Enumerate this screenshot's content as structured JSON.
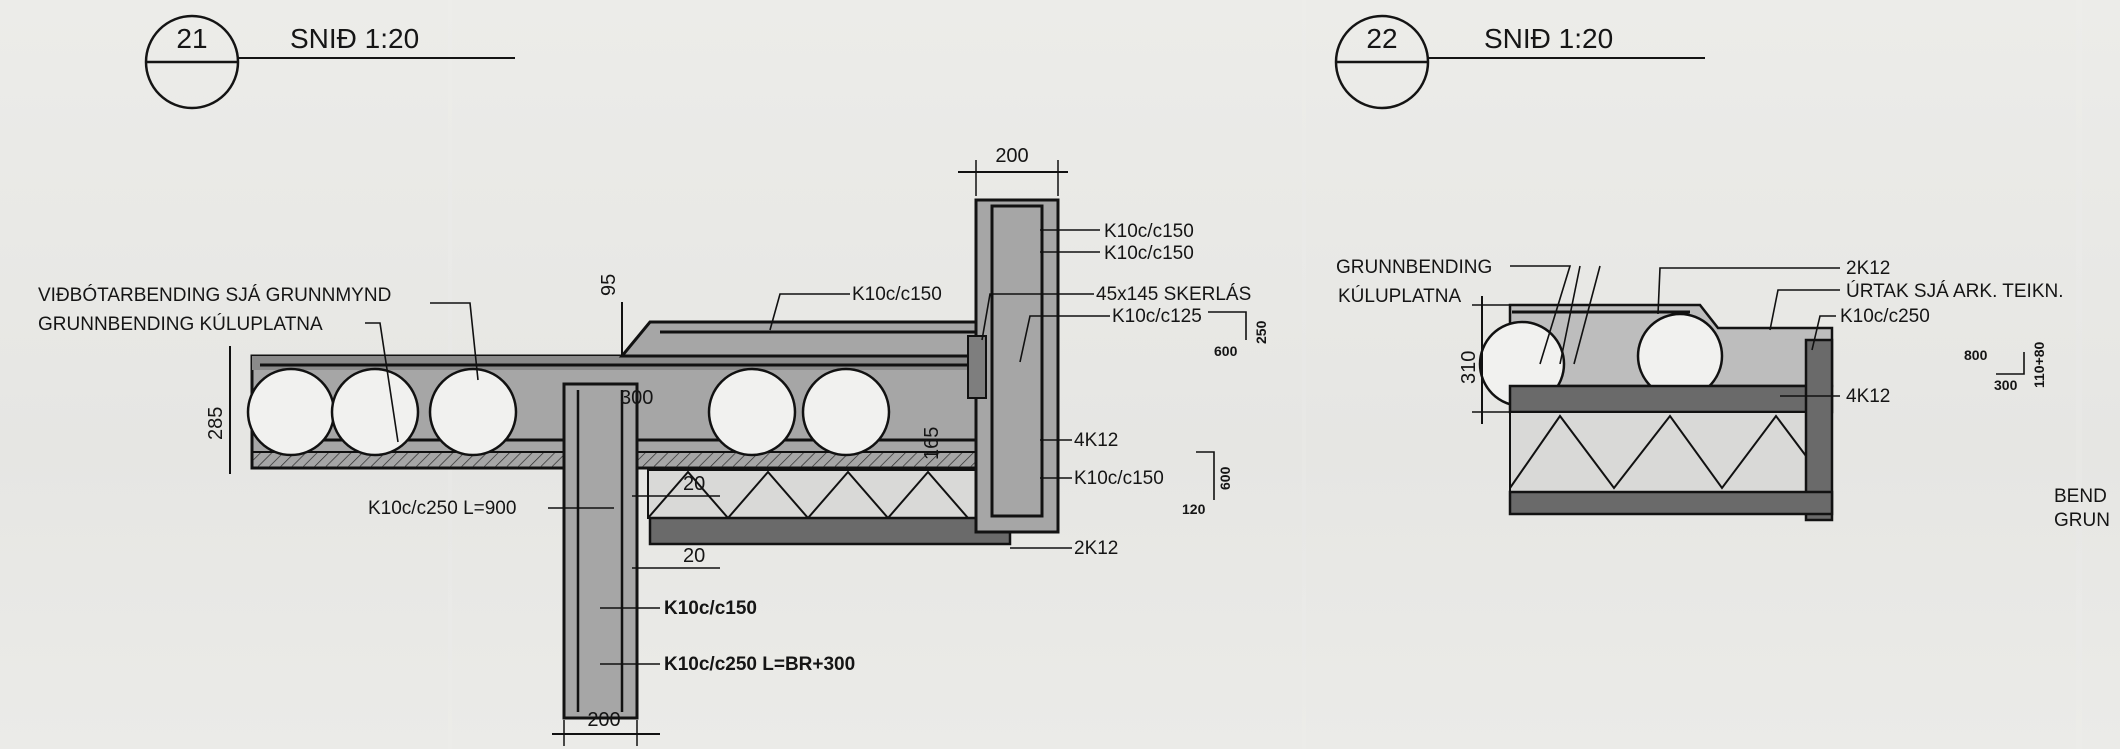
{
  "sections": [
    {
      "number": "21",
      "title": "SNIÐ  1:20"
    },
    {
      "number": "22",
      "title": "SNIÐ  1:20"
    }
  ],
  "detail21": {
    "dim_top": "200",
    "dim_95": "95",
    "dim_285": "285",
    "dim_300": "300",
    "dim_165": "165",
    "dim_20a": "20",
    "dim_20b": "20",
    "dim_bottom": "200",
    "label_vidbotar": "VIÐBÓTARBENDING SJÁ GRUNNMYND",
    "label_grunnbending": "GRUNNBENDING KÚLUPLATNA",
    "label_k10_150_top": "K10c/c150",
    "label_k10_150_a": "K10c/c150",
    "label_k10_150_b": "K10c/c150",
    "label_skerlas": "45x145 SKERLÁS",
    "label_k10_125": "K10c/c125",
    "label_4k12": "4K12",
    "label_k10_150_c": "K10c/c150",
    "label_2k12": "2K12",
    "label_k10_250_900": "K10c/c250 L=900",
    "label_k10_150_bold": "K10c/c150",
    "label_k10_250_br": "K10c/c250 L=BR+300",
    "shape_250": "250",
    "shape_600": "600",
    "shape_600b": "600",
    "shape_120": "120"
  },
  "detail22": {
    "label_grunnbending": "GRUNNBENDING",
    "label_kuluplatna": "KÚLUPLATNA",
    "dim_310": "310",
    "label_2k12": "2K12",
    "label_urtak": "ÚRTAK SJÁ ARK. TEIKN.",
    "label_k10_250": "K10c/c250",
    "shape_800": "800",
    "shape_300": "300",
    "shape_11080": "110+80",
    "label_4k12": "4K12",
    "cut_bend": "BEND",
    "cut_grun": "GRUN"
  },
  "colors": {
    "paper": "#e9e9e7",
    "ink": "#141414",
    "concrete": "#a6a6a6",
    "dark_fill": "#6a6a6a"
  }
}
